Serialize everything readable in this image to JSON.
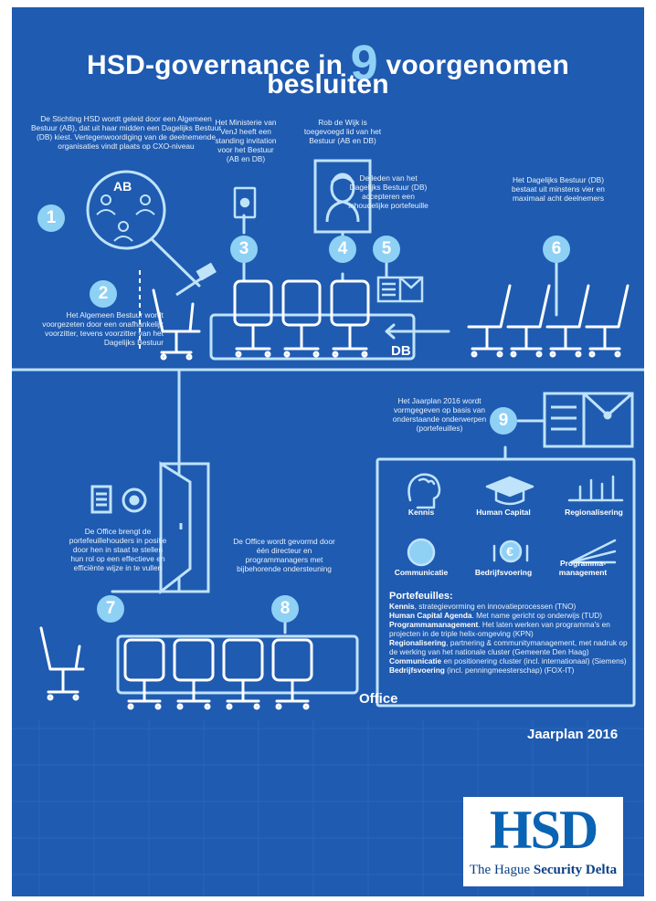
{
  "title": {
    "pre": "HSD-governance in ",
    "number": "9",
    "post": " voorgenomen",
    "line2": "besluiten"
  },
  "steps": [
    {
      "num": "1",
      "text": "De Stichting HSD wordt geleid door een Algemeen Bestuur (AB), dat uit haar midden een Dagelijks Bestuur (DB) kiest. Vertegenwoordiging van de deelnemende organisaties vindt plaats op CXO-niveau"
    },
    {
      "num": "2",
      "text": "Het Algemeen Bestuur wordt voorgezeten door een onafhankelijk voorzitter, tevens voorzitter van het Dagelijks Bestuur"
    },
    {
      "num": "3",
      "text": "Het Ministerie van VenJ heeft een standing invitation voor het Bestuur (AB en DB)"
    },
    {
      "num": "4",
      "text": "Rob de Wijk is toegevoegd lid van het Bestuur (AB en DB)"
    },
    {
      "num": "5",
      "text": "De leden van het Dagelijks Bestuur (DB) accepteren een inhoudelijke portefeuille"
    },
    {
      "num": "6",
      "text": "Het Dagelijks Bestuur (DB) bestaat uit minstens vier en maximaal acht deelnemers"
    },
    {
      "num": "7",
      "text": "De Office brengt de portefeuillehouders in positie door hen in staat te stellen hun rol op een effectieve en efficiënte wijze in te vullen"
    },
    {
      "num": "8",
      "text": "De Office wordt gevormd door één directeur en programmanagers met bijbehorende ondersteuning"
    },
    {
      "num": "9",
      "text": "Het Jaarplan 2016 wordt vormgegeven op basis van onderstaande onderwerpen (portefeuilles)"
    }
  ],
  "labels": {
    "ab": "AB",
    "db": "DB",
    "office": "Office",
    "jaarplan": "Jaarplan 2016"
  },
  "portfolio_icons": [
    "Kennis",
    "Human Capital",
    "Regionalisering",
    "Communicatie",
    "Bedrijfsvoering",
    "Programma-management"
  ],
  "portefeuilles": {
    "heading": "Portefeuilles:",
    "items": [
      {
        "name": "Kennis",
        "desc": ", strategievorming en innovatieprocessen (TNO)"
      },
      {
        "name": "Human Capital Agenda",
        "desc": ". Met name gericht op onderwijs (TUD)"
      },
      {
        "name": "Programmamanagement",
        "desc": ". Het laten werken van programma's en projecten in de triple helix-omgeving (KPN)"
      },
      {
        "name": "Regionalisering",
        "desc": ", partnering & communitymanagement, met nadruk op de werking van het nationale cluster (Gemeente Den Haag)"
      },
      {
        "name": "Communicatie",
        "desc": " en positionering cluster (incl. internationaal) (Siemens)"
      },
      {
        "name": "Bedrijfsvoering",
        "desc": " (incl. penningmeesterschap) (FOX-IT)"
      }
    ]
  },
  "logo": {
    "mark": "HSD",
    "sub_pre": "The Hague ",
    "sub_bold": "Security Delta"
  },
  "colors": {
    "background": "#1f5bb0",
    "accent": "#8fd0f5",
    "line": "#bfe3fb"
  }
}
